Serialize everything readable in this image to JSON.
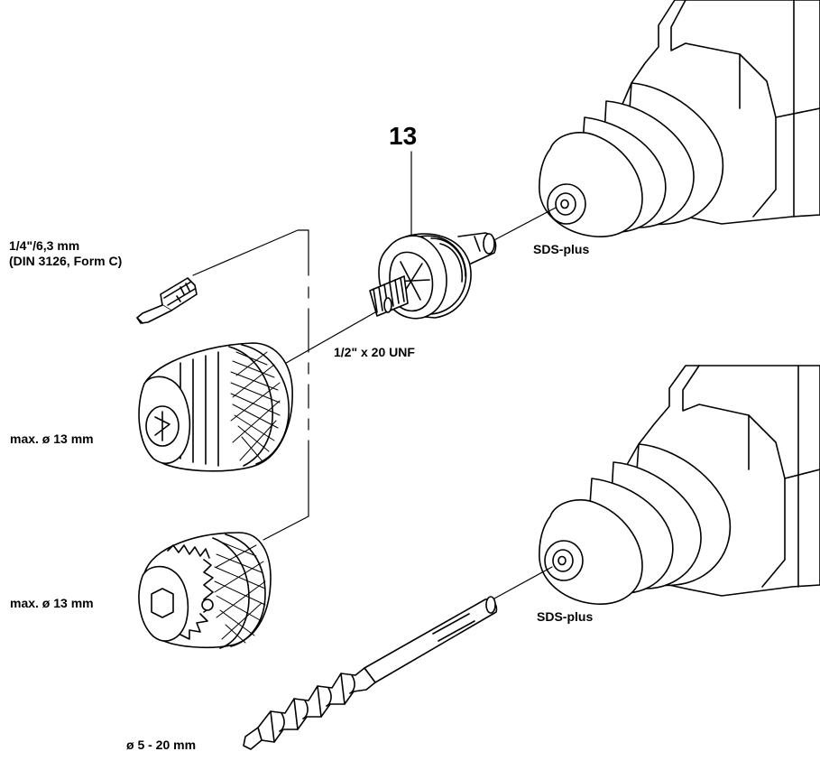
{
  "labels": {
    "part_number": "13",
    "bit_size_line1": "1/4\"/6,3 mm",
    "bit_size_line2": "(DIN 3126, Form C)",
    "thread": "1/2\" x 20 UNF",
    "sds_top": "SDS-plus",
    "sds_bottom": "SDS-plus",
    "chuck_keyless_max": "max. ø 13 mm",
    "chuck_keyed_max": "max. ø 13 mm",
    "drill_bit_range": "ø 5 - 20 mm"
  },
  "colors": {
    "line": "#000000",
    "fill": "#ffffff",
    "shade": "#e6e6e6"
  }
}
